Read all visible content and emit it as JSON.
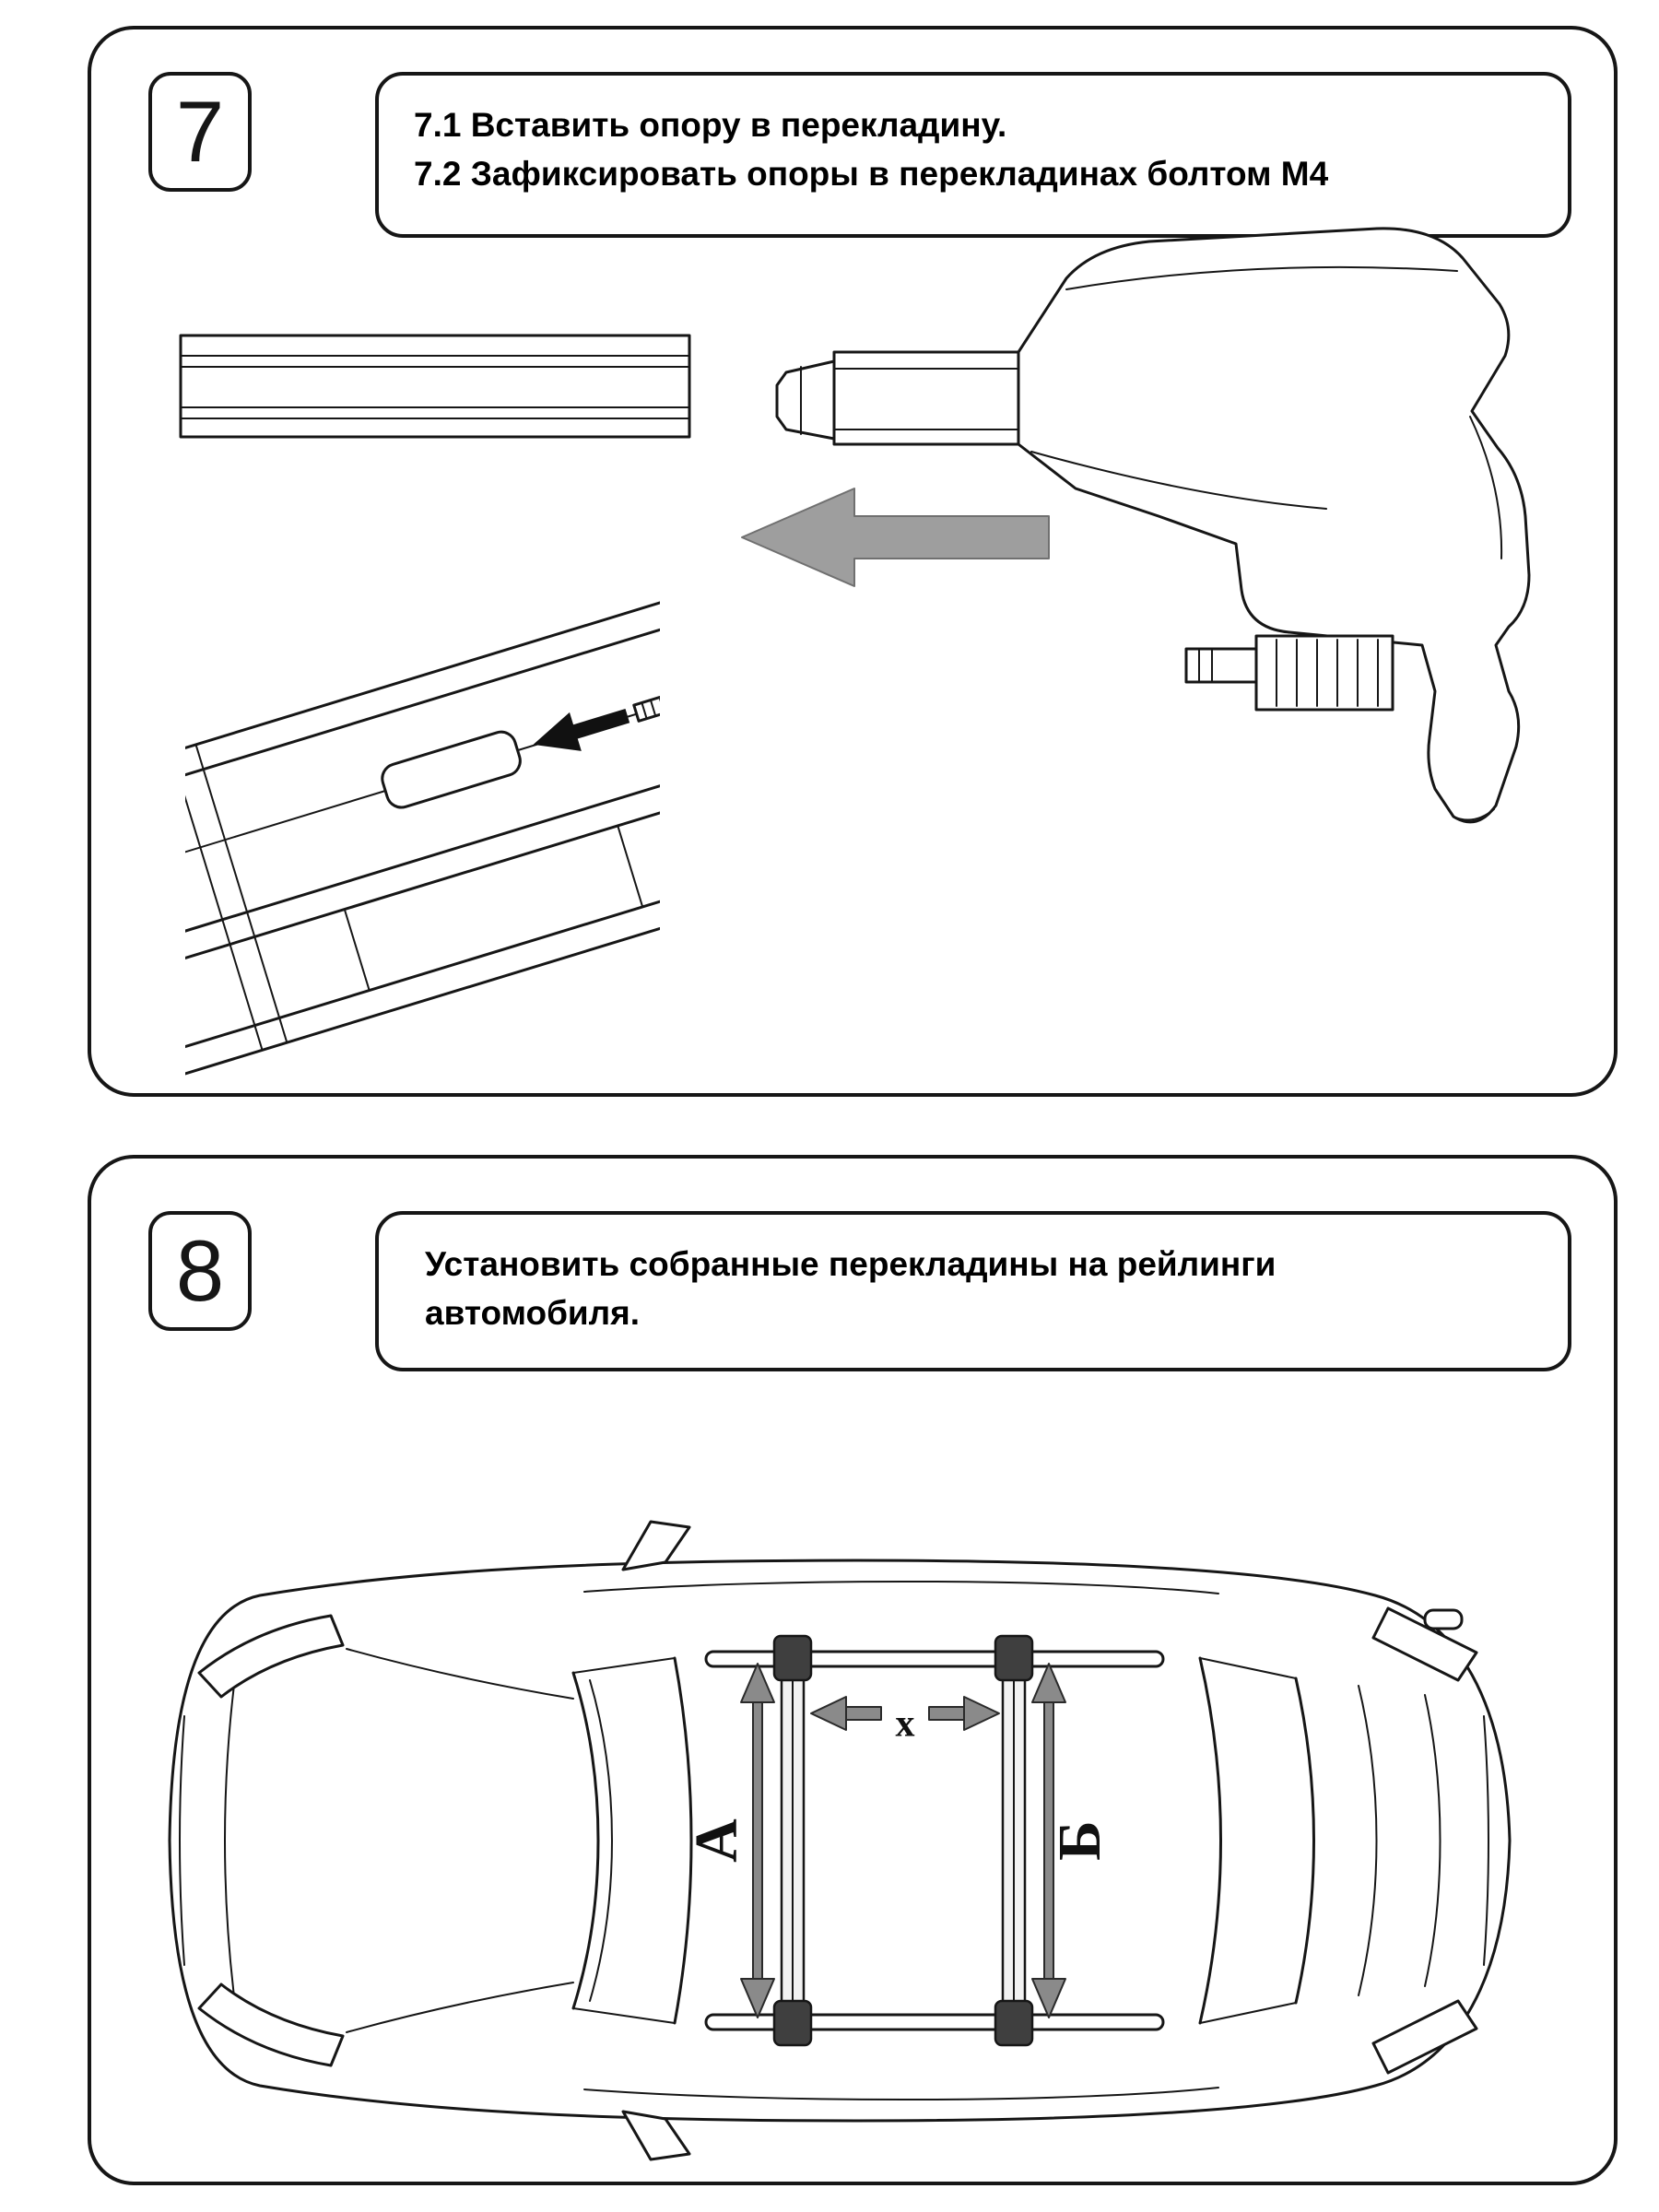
{
  "document": {
    "background": "#ffffff",
    "line_color": "#161616",
    "arrow_gray": "#9e9e9e",
    "cap_gray": "#3f3f3f"
  },
  "step7": {
    "number": "7",
    "instruction_lines": [
      "7.1 Вставить опору в перекладину.",
      "7.2 Зафиксировать опоры в перекладинах болтом М4"
    ],
    "illustrations": [
      "crossbar-profile",
      "support-foot-assembly",
      "slide-direction-arrow-left",
      "insert-detail-with-m4-bolt"
    ]
  },
  "step8": {
    "number": "8",
    "instruction_lines": [
      "Установить собранные перекладины на рейлинги",
      "автомобиля."
    ],
    "car_labels": {
      "front_span": "А",
      "rear_span": "Б",
      "distance": "х"
    },
    "illustrations": [
      "car-top-view-with-crossbars"
    ]
  }
}
